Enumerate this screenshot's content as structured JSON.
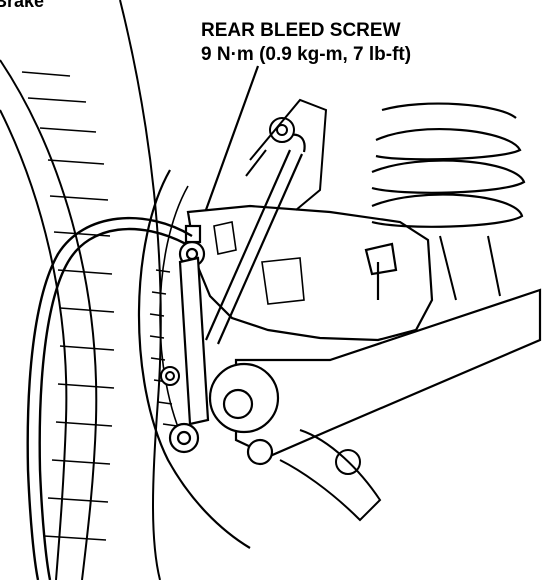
{
  "top_left_fragment": "Brake",
  "callout": {
    "title": "REAR BLEED SCREW",
    "torque": "9 N·m (0.9 kg-m, 7 lb-ft)"
  },
  "colors": {
    "ink": "#000000",
    "paper": "#ffffff"
  }
}
